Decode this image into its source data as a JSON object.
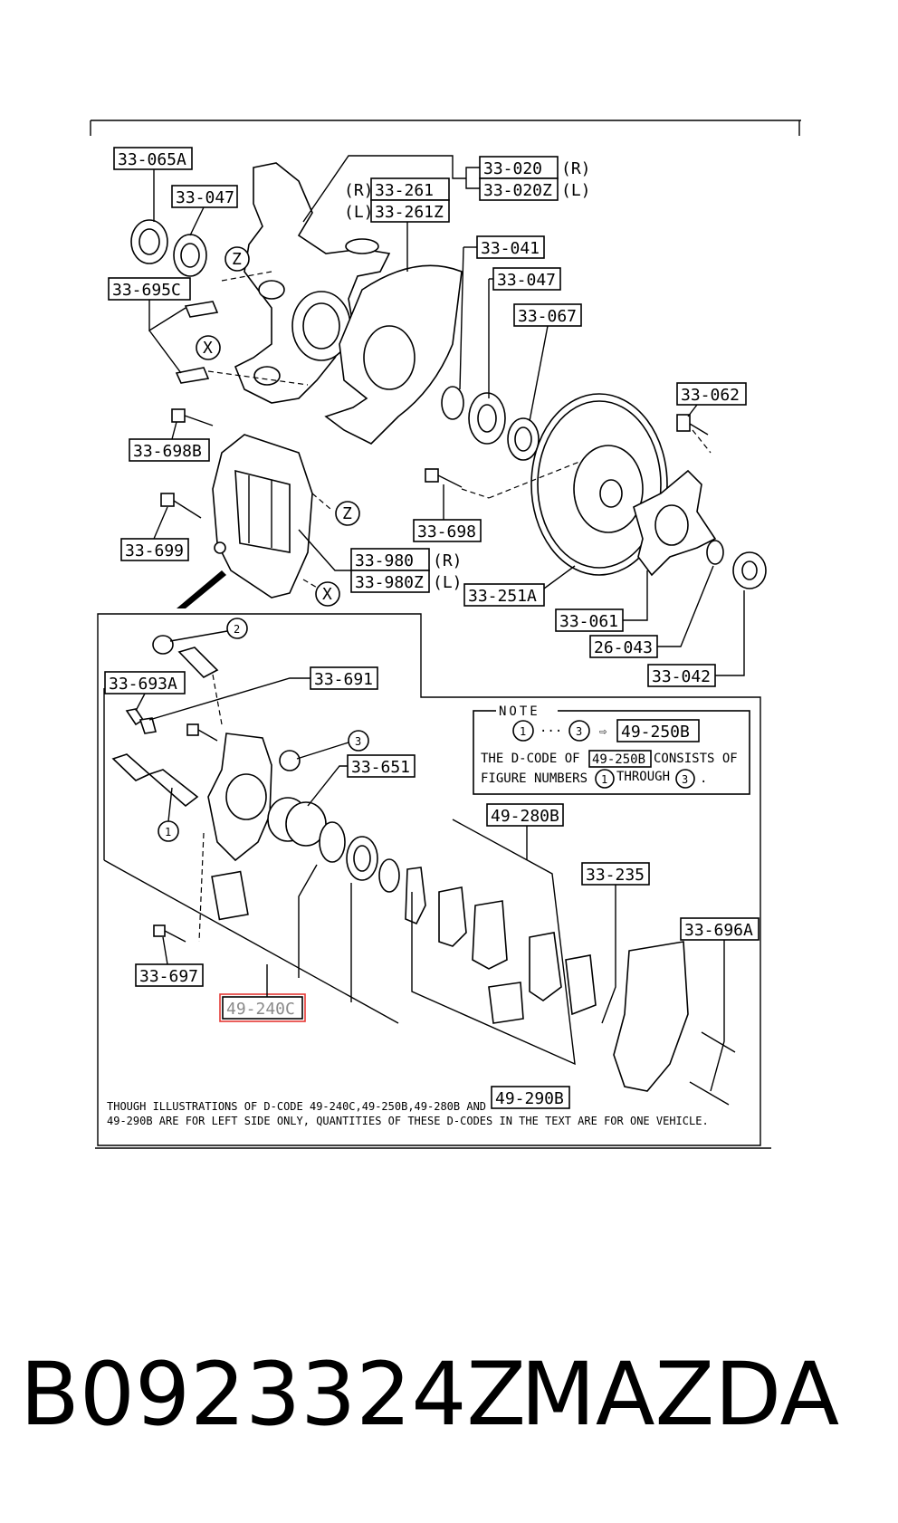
{
  "labels": {
    "l_33_065A": "33-065A",
    "l_33_047a": "33-047",
    "l_33_020": "33-020",
    "l_33_020Z": "33-020Z",
    "r1": "(R)",
    "l1": "(L)",
    "r2": "(R)",
    "l2": "(L)",
    "l_33_261": "33-261",
    "l_33_261Z": "33-261Z",
    "l_33_041": "33-041",
    "l_33_047b": "33-047",
    "l_33_067": "33-067",
    "l_33_695C": "33-695C",
    "l_33_062": "33-062",
    "l_33_698B": "33-698B",
    "l_33_698": "33-698",
    "l_33_699": "33-699",
    "l_33_980": "33-980",
    "l_33_980Z": "33-980Z",
    "r3": "(R)",
    "l3": "(L)",
    "l_33_251A": "33-251A",
    "l_33_061": "33-061",
    "l_26_043": "26-043",
    "l_33_042": "33-042",
    "l_33_693A": "33-693A",
    "l_33_691": "33-691",
    "l_33_651": "33-651",
    "l_49_280B": "49-280B",
    "l_33_235": "33-235",
    "l_33_696A": "33-696A",
    "l_33_697": "33-697",
    "l_49_240C": "49-240C",
    "l_49_290B": "49-290B",
    "z1": "Z",
    "z2": "Z",
    "x1": "X",
    "x2": "X",
    "c1": "1",
    "c2": "2",
    "c3": "3"
  },
  "note": {
    "title": "NOTE",
    "c1": "1",
    "dots": "···",
    "c3": "3",
    "arrow": "⇨",
    "code": "49-250B",
    "line1_pre": "THE D-CODE OF",
    "line1_code": "49-250B",
    "line1_post": "CONSISTS OF",
    "line2_pre": "FIGURE NUMBERS",
    "line2_c1": "1",
    "line2_mid": "THROUGH",
    "line2_c3": "3",
    "line2_end": "."
  },
  "disclaimer": {
    "line1": "THOUGH ILLUSTRATIONS OF D-CODE 49-240C,49-250B,49-280B AND",
    "line2": "49-290B ARE FOR LEFT SIDE ONLY, QUANTITIES OF THESE D-CODES IN THE TEXT ARE FOR ONE VEHICLE."
  },
  "footer": {
    "part_number": "B0923324Z",
    "brand": "MAZDA"
  },
  "colors": {
    "highlight": "#e53935"
  }
}
